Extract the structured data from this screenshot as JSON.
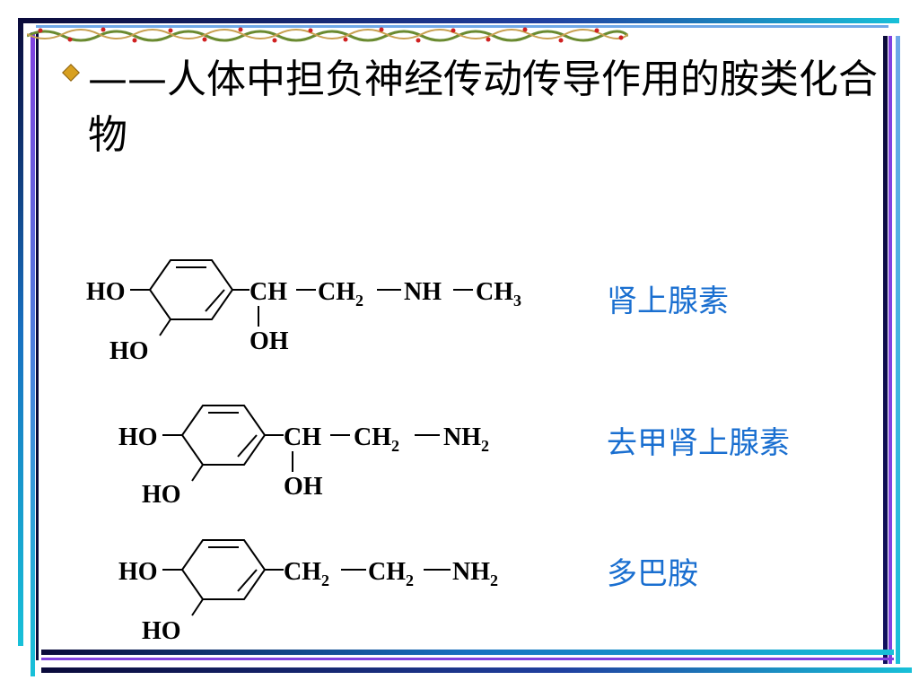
{
  "slide": {
    "title": "——人体中担负神经传动传导作用的胺类化合物"
  },
  "compounds": [
    {
      "name": "肾上腺素",
      "ring_labels": [
        "HO",
        "HO"
      ],
      "chain": [
        "CH",
        "CH",
        "2",
        "NH",
        "CH",
        "3"
      ],
      "substituent": "OH"
    },
    {
      "name": "去甲肾上腺素",
      "ring_labels": [
        "HO",
        "HO"
      ],
      "chain": [
        "CH",
        "CH",
        "2",
        "NH",
        "2"
      ],
      "substituent": "OH"
    },
    {
      "name": "多巴胺",
      "ring_labels": [
        "HO",
        "HO"
      ],
      "chain": [
        "CH",
        "2",
        "CH",
        "2",
        "NH",
        "2"
      ]
    }
  ],
  "colors": {
    "name_text": "#1a6fd0",
    "frame_dark": "#0a0a3a",
    "frame_cyan": "#18c0d8",
    "frame_purple": "#8040e0"
  }
}
